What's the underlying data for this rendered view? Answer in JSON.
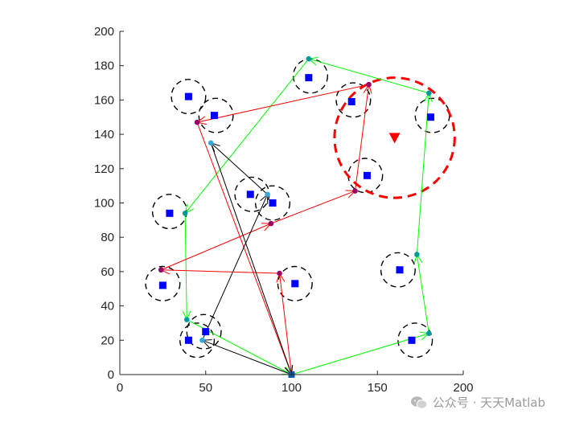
{
  "chart_data": {
    "type": "scatter",
    "xlim": [
      0,
      200
    ],
    "ylim": [
      0,
      200
    ],
    "xticks": [
      0,
      50,
      100,
      150,
      200
    ],
    "yticks": [
      0,
      20,
      40,
      60,
      80,
      100,
      120,
      140,
      160,
      180,
      200
    ],
    "grid": false,
    "legend": "none",
    "colors": {
      "squares": "#0000ff",
      "green_path": "#00ff00",
      "red_path": "#ff0000",
      "black_path": "#000000",
      "circles": "#000000",
      "big_circle": "#ff0000",
      "node_green": "#009999",
      "node_red": "#990066",
      "node_cyan": "#33aadd"
    },
    "squares": [
      [
        40,
        162
      ],
      [
        55,
        151
      ],
      [
        110,
        173
      ],
      [
        135,
        159
      ],
      [
        181,
        150
      ],
      [
        144,
        116
      ],
      [
        76,
        105
      ],
      [
        89,
        100
      ],
      [
        29,
        94
      ],
      [
        163,
        61
      ],
      [
        102,
        53
      ],
      [
        25,
        52
      ],
      [
        50,
        25
      ],
      [
        40,
        20
      ],
      [
        170,
        20
      ]
    ],
    "circles": [
      [
        40,
        162
      ],
      [
        56,
        151
      ],
      [
        111,
        174
      ],
      [
        136,
        160
      ],
      [
        182,
        151
      ],
      [
        143,
        116
      ],
      [
        77,
        105
      ],
      [
        89,
        100
      ],
      [
        29,
        95
      ],
      [
        162,
        61
      ],
      [
        102,
        53
      ],
      [
        25,
        53
      ],
      [
        49,
        25
      ],
      [
        45,
        20
      ],
      [
        172,
        20
      ]
    ],
    "circle_radius": 10,
    "big_circle": {
      "center": [
        160,
        138
      ],
      "radius": 35
    },
    "target": [
      160,
      138
    ],
    "start": [
      100,
      0
    ],
    "green_path": [
      [
        100,
        0
      ],
      [
        180,
        24
      ],
      [
        173,
        70
      ],
      [
        180,
        164
      ],
      [
        110,
        184
      ],
      [
        38,
        94
      ],
      [
        39,
        32
      ],
      [
        100,
        0
      ]
    ],
    "red_path": [
      [
        100,
        0
      ],
      [
        93,
        59
      ],
      [
        24,
        61
      ],
      [
        88,
        88
      ],
      [
        137,
        107
      ],
      [
        145,
        169
      ],
      [
        45,
        147
      ],
      [
        100,
        0
      ]
    ],
    "black_path": [
      [
        100,
        0
      ],
      [
        48,
        20
      ],
      [
        86,
        105
      ],
      [
        53,
        135
      ],
      [
        100,
        0
      ]
    ],
    "nodes_green": [
      [
        180,
        24
      ],
      [
        173,
        70
      ],
      [
        180,
        164
      ],
      [
        110,
        184
      ],
      [
        38,
        94
      ],
      [
        39,
        32
      ]
    ],
    "nodes_red": [
      [
        93,
        59
      ],
      [
        24,
        61
      ],
      [
        88,
        88
      ],
      [
        137,
        107
      ],
      [
        145,
        169
      ],
      [
        45,
        147
      ]
    ],
    "nodes_cyan": [
      [
        48,
        20
      ],
      [
        86,
        105
      ],
      [
        53,
        135
      ]
    ]
  },
  "watermark": {
    "text": "公众号 · 天天Matlab"
  }
}
